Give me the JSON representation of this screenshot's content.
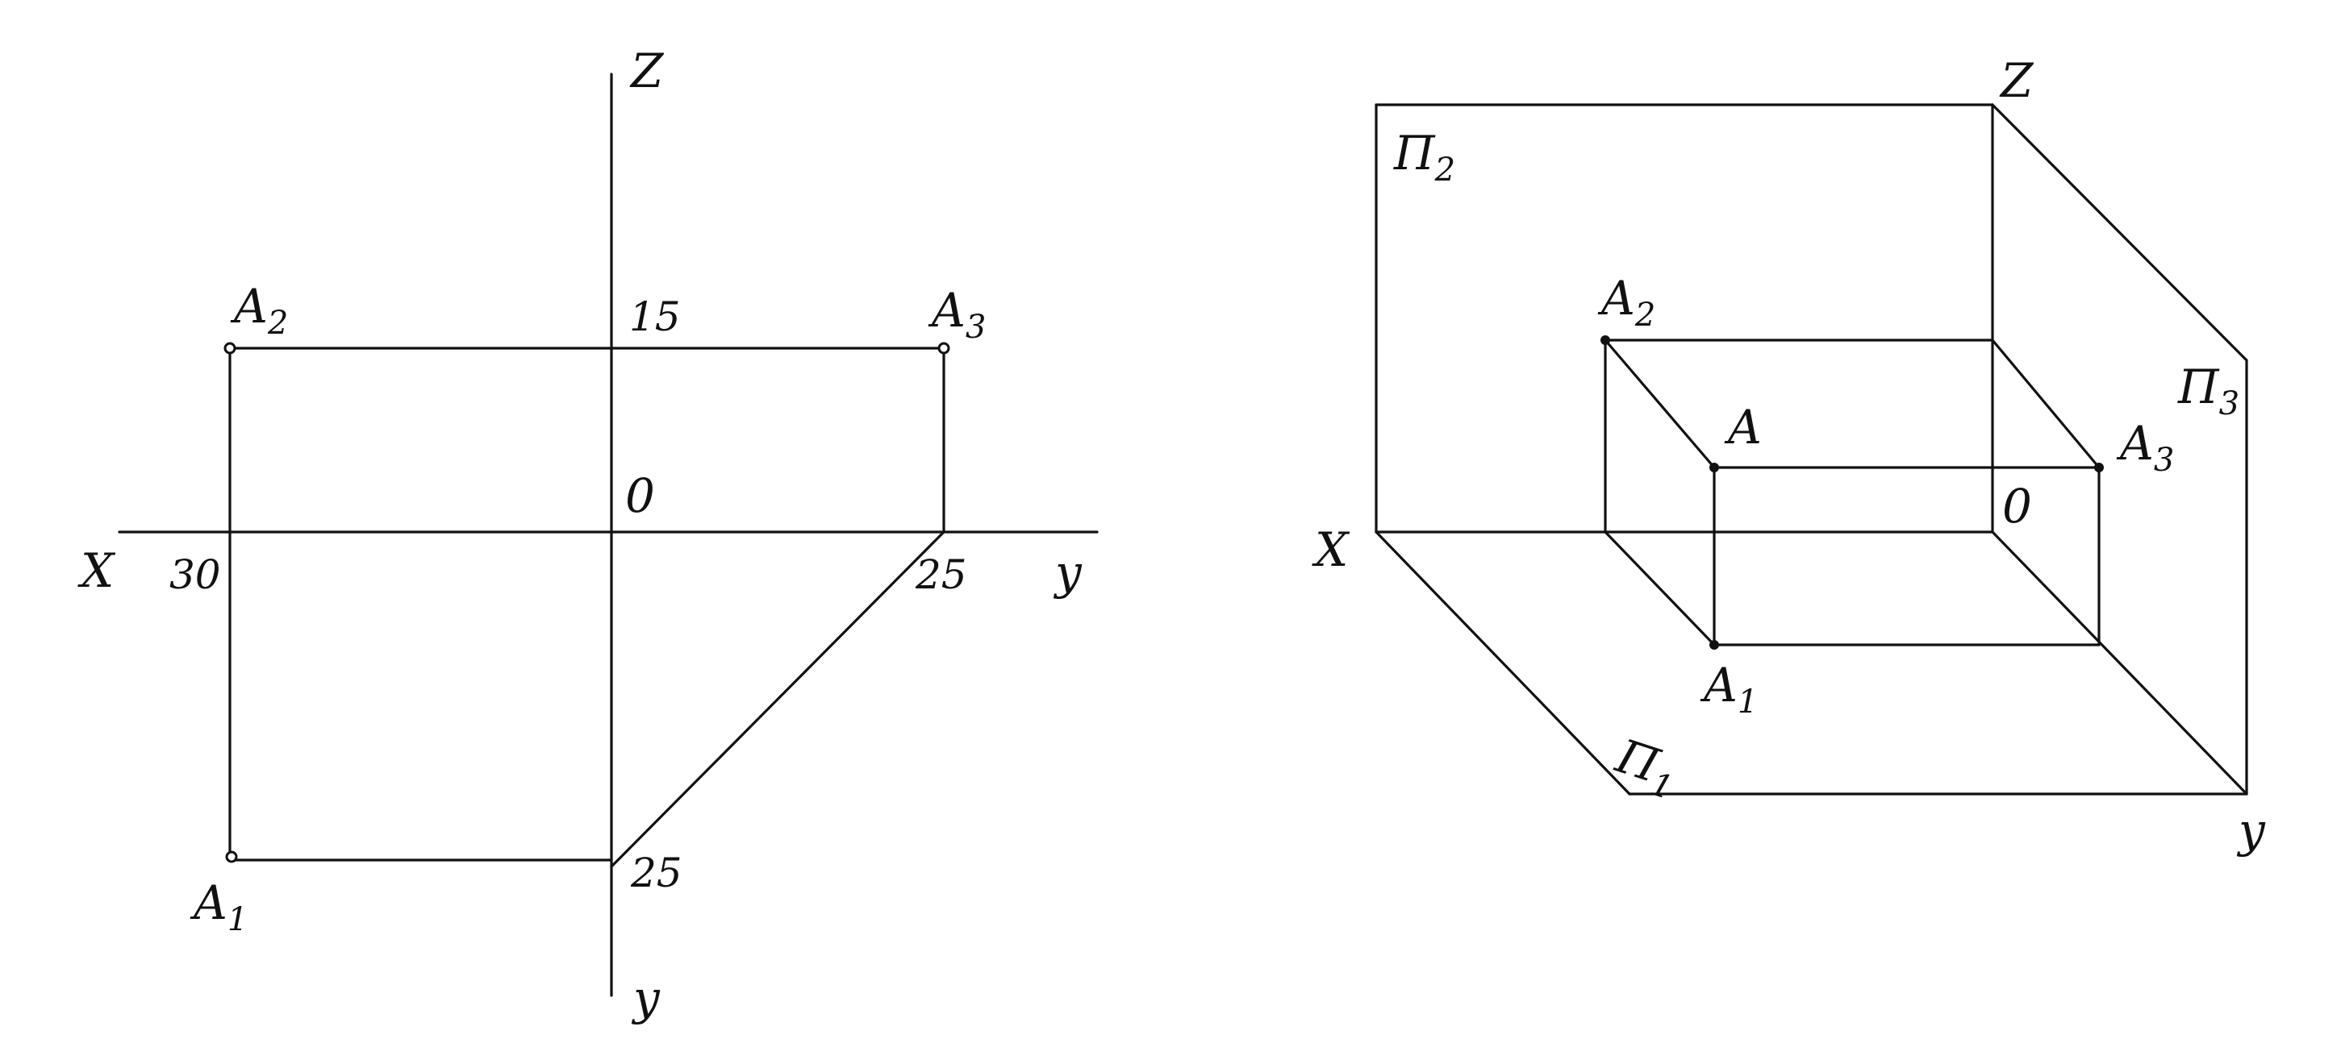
{
  "orthographic": {
    "axis_labels": {
      "x": "X",
      "z": "Z",
      "y_right": "y",
      "y_down": "y",
      "origin": "0"
    },
    "dims": {
      "z": "15",
      "x": "30",
      "y_right": "25",
      "y_down": "25"
    },
    "points": [
      {
        "letter": "A",
        "sub": "2"
      },
      {
        "letter": "A",
        "sub": "3"
      },
      {
        "letter": "A",
        "sub": "1"
      }
    ]
  },
  "isometric": {
    "axis_labels": {
      "x": "X",
      "z": "Z",
      "y": "y",
      "origin": "0"
    },
    "planes": [
      {
        "letter": "Π",
        "sub": "2"
      },
      {
        "letter": "Π",
        "sub": "3"
      },
      {
        "letter": "Π",
        "sub": "1"
      }
    ],
    "points": [
      {
        "letter": "A",
        "sub": ""
      },
      {
        "letter": "A",
        "sub": "2"
      },
      {
        "letter": "A",
        "sub": "3"
      },
      {
        "letter": "A",
        "sub": "1"
      }
    ]
  }
}
